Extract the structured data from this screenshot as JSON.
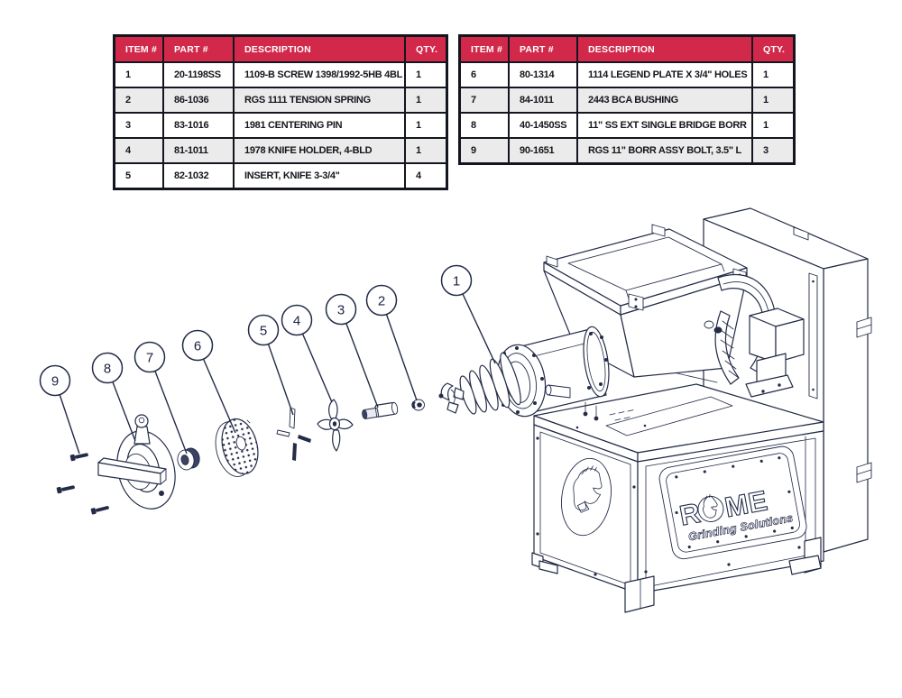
{
  "tables": {
    "left": {
      "headers": [
        "ITEM #",
        "PART #",
        "DESCRIPTION",
        "QTY."
      ],
      "rows": [
        [
          "1",
          "20-1198SS",
          "1109-B SCREW 1398/1992-5HB 4BL",
          "1"
        ],
        [
          "2",
          "86-1036",
          "RGS 1111 TENSION SPRING",
          "1"
        ],
        [
          "3",
          "83-1016",
          "1981 CENTERING PIN",
          "1"
        ],
        [
          "4",
          "81-1011",
          "1978 KNIFE HOLDER, 4-BLD",
          "1"
        ],
        [
          "5",
          "82-1032",
          "INSERT, KNIFE 3-3/4\"",
          "4"
        ]
      ]
    },
    "right": {
      "headers": [
        "ITEM #",
        "PART #",
        "DESCRIPTION",
        "QTY."
      ],
      "rows": [
        [
          "6",
          "80-1314",
          "1114 LEGEND PLATE X 3/4\" HOLES",
          "1"
        ],
        [
          "7",
          "84-1011",
          "2443 BCA BUSHING",
          "1"
        ],
        [
          "8",
          "40-1450SS",
          "11\" SS EXT SINGLE BRIDGE BORR",
          "1"
        ],
        [
          "9",
          "90-1651",
          "RGS 11\" BORR ASSY BOLT, 3.5\" L",
          "3"
        ]
      ]
    }
  },
  "diagram": {
    "callouts": [
      {
        "num": "1"
      },
      {
        "num": "2"
      },
      {
        "num": "3"
      },
      {
        "num": "4"
      },
      {
        "num": "5"
      },
      {
        "num": "6"
      },
      {
        "num": "7"
      },
      {
        "num": "8"
      },
      {
        "num": "9"
      }
    ],
    "logo": {
      "brand": "ROME",
      "brand_split": [
        "R",
        "ME"
      ],
      "tagline": "Grinding Solutions"
    }
  },
  "colors": {
    "header_red": "#d2294b",
    "line_navy": "#232b47",
    "row_alt_gray": "#ebebeb",
    "table_border": "#14161f"
  }
}
